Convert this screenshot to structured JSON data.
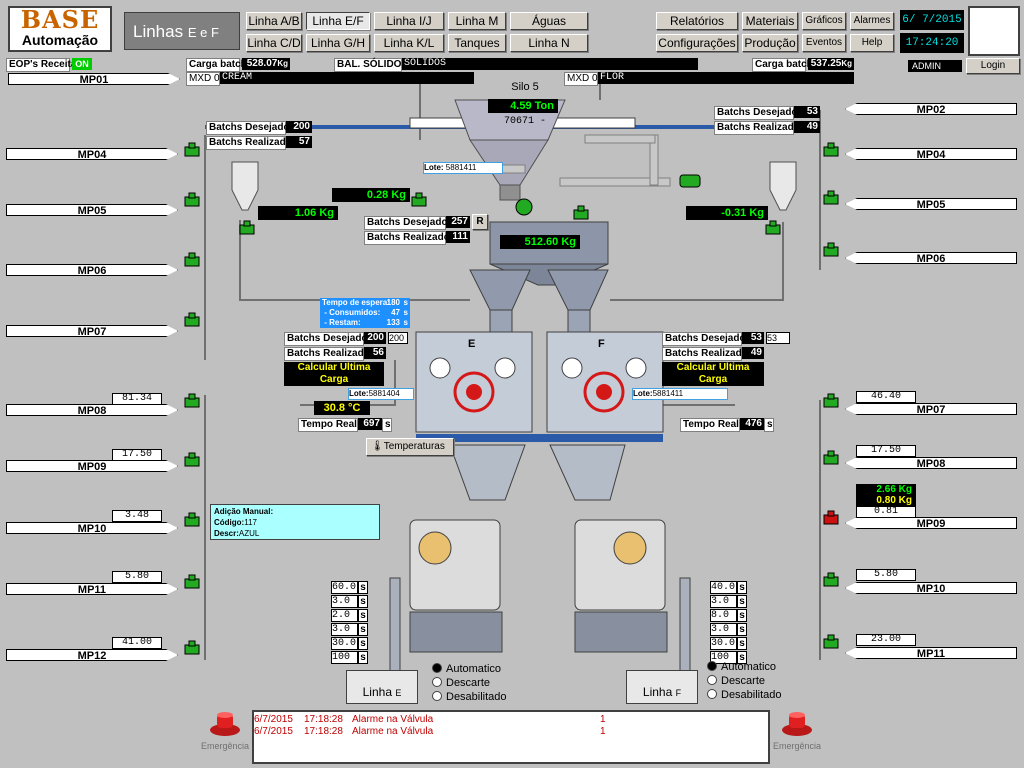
{
  "brand": {
    "logo_top": "BASE",
    "logo_bottom": "Automação"
  },
  "screen_title": "Linhas",
  "screen_subtitle": "E e F",
  "nav": {
    "row1": [
      "Linha A/B",
      "Linha E/F",
      "Linha  I/J",
      "Linha  M",
      "Águas"
    ],
    "row2": [
      "Linha C/D",
      "Linha  G/H",
      "Linha  K/L",
      "Tanques",
      "Linha N"
    ],
    "right_row1": [
      "Relatórios",
      "Materiais",
      "Gráficos",
      "Alarmes"
    ],
    "right_row2": [
      "Configurações",
      "Produção",
      "Eventos",
      "Help"
    ]
  },
  "date": "6/ 7/2015",
  "time": "17:24:20",
  "user": "ADMIN",
  "login": "Login",
  "status_bar": {
    "eop_label": "EOP's Receita",
    "eop_state": "ON",
    "carga_batch_label": "Carga batch:",
    "carga_batch_left": "528.07",
    "carga_batch_right": "537.25",
    "unit_kg": "Kg",
    "bal_label": "BAL. SÓLIDOS:",
    "bal_value": "SOLIDOS",
    "mxd07_label": "MXD 07:",
    "mxd07_value": "CREAM",
    "mxd08_label": "MXD 08:",
    "mxd08_value": "FLOR"
  },
  "silo": {
    "label": "Silo 5",
    "weight": "4.59 Ton",
    "code": "70671 -"
  },
  "batch_labels": {
    "desired": "Batchs Desejados:",
    "done": "Batchs Realizados:"
  },
  "top_left_batch": {
    "desired": "200",
    "done": "57"
  },
  "top_right_batch": {
    "desired": "53",
    "done": "49"
  },
  "center_batch": {
    "desired": "257",
    "done": "111",
    "r": "R"
  },
  "lote_label": "Lote:",
  "lote_top": "5881411",
  "lote_left": "5881404",
  "lote_right": "5881411",
  "weights": {
    "center_small": "0.28 Kg",
    "left_hopper": "1.06 Kg",
    "right_hopper": "-0.31 Kg",
    "main": "512.60 Kg"
  },
  "wait_panel": {
    "title": "Tempo de espera:",
    "title_val": "180",
    "consumed": "- Consumidos:",
    "consumed_val": "47",
    "remaining": "- Restam:",
    "remaining_val": "133",
    "unit": "s"
  },
  "mixer_e": {
    "letter": "E",
    "desired": "200",
    "desired2": "200",
    "done": "56",
    "calc": "Calcular Ultima Carga",
    "temp": "30.8 °C",
    "real_time_label": "Tempo Real:",
    "real_time": "697",
    "unit_s": "s"
  },
  "mixer_f": {
    "letter": "F",
    "desired": "53",
    "desired2": "53",
    "done": "49",
    "calc": "Calcular Ultima Carga",
    "real_time_label": "Tempo Real:",
    "real_time": "476",
    "unit_s": "s"
  },
  "temperaturas_btn": "Temperaturas",
  "left_mps": [
    {
      "name": "MP01",
      "value": ""
    },
    {
      "name": "MP04",
      "value": ""
    },
    {
      "name": "MP05",
      "value": ""
    },
    {
      "name": "MP06",
      "value": ""
    },
    {
      "name": "MP07",
      "value": ""
    },
    {
      "name": "MP08",
      "value": "81.34"
    },
    {
      "name": "MP09",
      "value": "17.50"
    },
    {
      "name": "MP10",
      "value": "3.48"
    },
    {
      "name": "MP11",
      "value": "5.80"
    },
    {
      "name": "MP12",
      "value": "41.00"
    }
  ],
  "right_mps": [
    {
      "name": "MP02",
      "value": ""
    },
    {
      "name": "MP04",
      "value": ""
    },
    {
      "name": "MP05",
      "value": ""
    },
    {
      "name": "MP06",
      "value": ""
    },
    {
      "name": "MP07",
      "value": "46.40"
    },
    {
      "name": "MP08",
      "value": "17.50"
    },
    {
      "name": "MP09",
      "value": "0.81"
    },
    {
      "name": "MP10",
      "value": "5.80"
    },
    {
      "name": "MP11",
      "value": "23.00"
    }
  ],
  "mp09_right_readings": [
    "2.66 Kg",
    "0.80 Kg"
  ],
  "manual_add": {
    "title": "Adição Manual:",
    "code_label": "Código:",
    "code": "117",
    "desc_label": "Descr:",
    "desc": "AZUL"
  },
  "left_settings": [
    "60.0",
    "3.0",
    "2.0",
    "3.0",
    "30.0",
    "100"
  ],
  "right_settings": [
    "40.0",
    "3.0",
    "8.0",
    "3.0",
    "30.0",
    "100"
  ],
  "setting_unit": "s",
  "line_e": {
    "label": "Linha",
    "letter": "E"
  },
  "line_f": {
    "label": "Linha",
    "letter": "F"
  },
  "modes": [
    "Automatico",
    "Descarte",
    "Desabilitado"
  ],
  "emergency": "Emergência",
  "alarms": [
    {
      "date": "6/7/2015",
      "time": "17:18:28",
      "msg": "Alarme na Válvula",
      "count": "1"
    },
    {
      "date": "6/7/2015",
      "time": "17:18:28",
      "msg": "Alarme na Válvula",
      "count": "1"
    }
  ],
  "colors": {
    "valve_green": "#22aa22",
    "valve_red": "#cc1111",
    "bg": "#c0c0c0",
    "panel_blue": "#1e90ff"
  }
}
